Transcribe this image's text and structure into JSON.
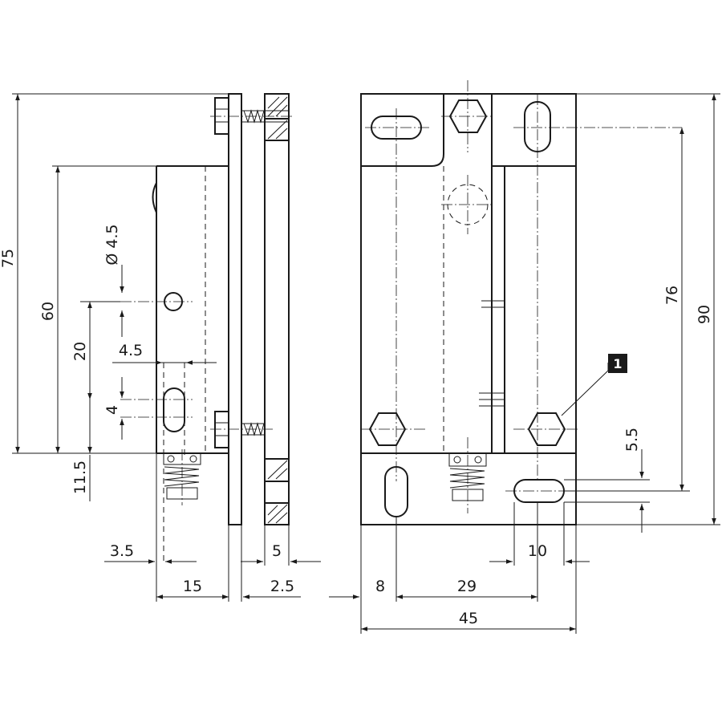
{
  "dimensions": {
    "side_view": {
      "overall_height": "75",
      "body_height": "60",
      "hole_diameter": "Ø 4.5",
      "hole_spacing": "20",
      "slot_width": "4.5",
      "slot_length": "4",
      "bottom_offset": "11.5",
      "pin_offset": "3.5",
      "body_depth": "15",
      "plate_thickness": "2.5",
      "bracket_thickness": "5"
    },
    "front_view": {
      "mounting_height": "76",
      "overall_height": "90",
      "slot_offset": "5.5",
      "slot_length": "10",
      "edge_offset": "8",
      "hole_spacing": "29",
      "overall_width": "45"
    }
  },
  "callout": {
    "number": "1"
  },
  "colors": {
    "line": "#1a1a1a",
    "background": "#ffffff",
    "callout_fill": "#1a1a1a"
  }
}
